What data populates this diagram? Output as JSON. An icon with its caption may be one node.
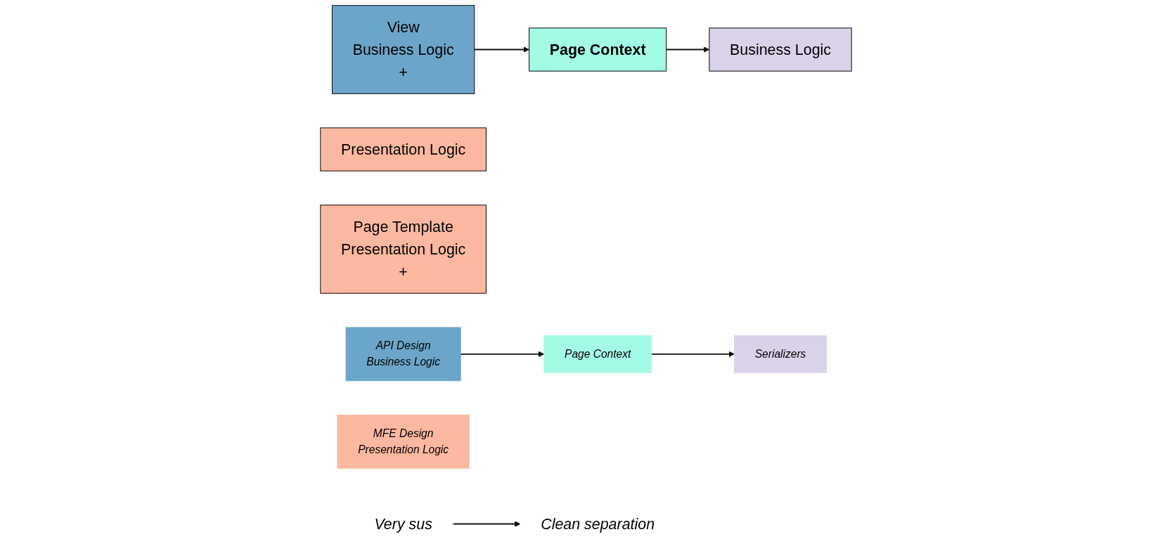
{
  "diagram": {
    "nodes": [
      {
        "text": [
          "View",
          "Business Logic",
          "+"
        ]
      },
      {
        "text": [
          "Presentation Logic"
        ]
      },
      {
        "text": [
          "Page Template",
          "Presentation Logic",
          "+"
        ]
      },
      {
        "text": [
          "Business Logic"
        ]
      },
      {
        "text": [
          "Page Context"
        ]
      },
      {
        "text": [
          "API Design",
          "Business Logic"
        ]
      },
      {
        "text": [
          "MFE Design",
          "Presentation Logic"
        ]
      },
      {
        "text": [
          "Serializers"
        ]
      },
      {
        "text": [
          "Page Context"
        ]
      },
      {
        "text": [
          "Very sus"
        ]
      },
      {
        "text": [
          "Clean separation"
        ]
      }
    ],
    "edges": [
      {
        "from": 0,
        "to": 4,
        "arrow": "to"
      },
      {
        "from": 4,
        "to": 3,
        "arrow": "to"
      },
      {
        "from": 5,
        "to": 8,
        "arrow": "to"
      },
      {
        "from": 8,
        "to": 7,
        "arrow": "to"
      },
      {
        "from": 9,
        "to": 10,
        "arrow": "to"
      }
    ]
  }
}
